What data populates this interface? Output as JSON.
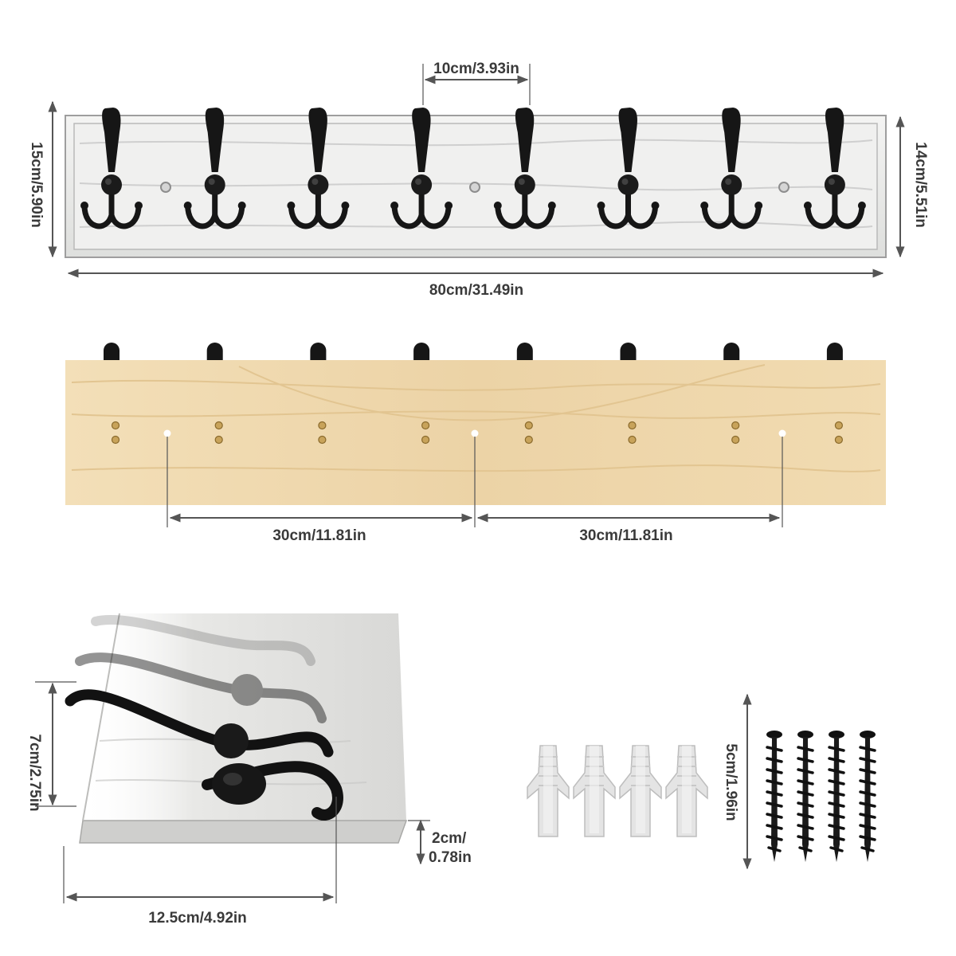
{
  "dimensions": {
    "hook_spacing": "10cm/3.93in",
    "board_height_left": "15cm/5.90in",
    "board_height_right": "14cm/5.51in",
    "board_length": "80cm/31.49in",
    "hole_spacing_1": "30cm/11.81in",
    "hole_spacing_2": "30cm/11.81in",
    "hook_height": "7cm/2.75in",
    "board_thickness_line1": "2cm/",
    "board_thickness_line2": "0.78in",
    "board_depth": "12.5cm/4.92in",
    "screw_length": "5cm/1.96in"
  },
  "counts": {
    "hooks": 8,
    "anchors": 4,
    "screws": 4
  },
  "colors": {
    "front_board": "#e9e9e7",
    "back_board": "#efd9b0",
    "hook": "#141414",
    "anchor": "#e6e6e6",
    "dimension_line": "#555555"
  },
  "icons": {
    "hook": "double-prong-coat-hook-icon",
    "anchor": "wall-anchor-icon",
    "screw": "wood-screw-icon"
  }
}
